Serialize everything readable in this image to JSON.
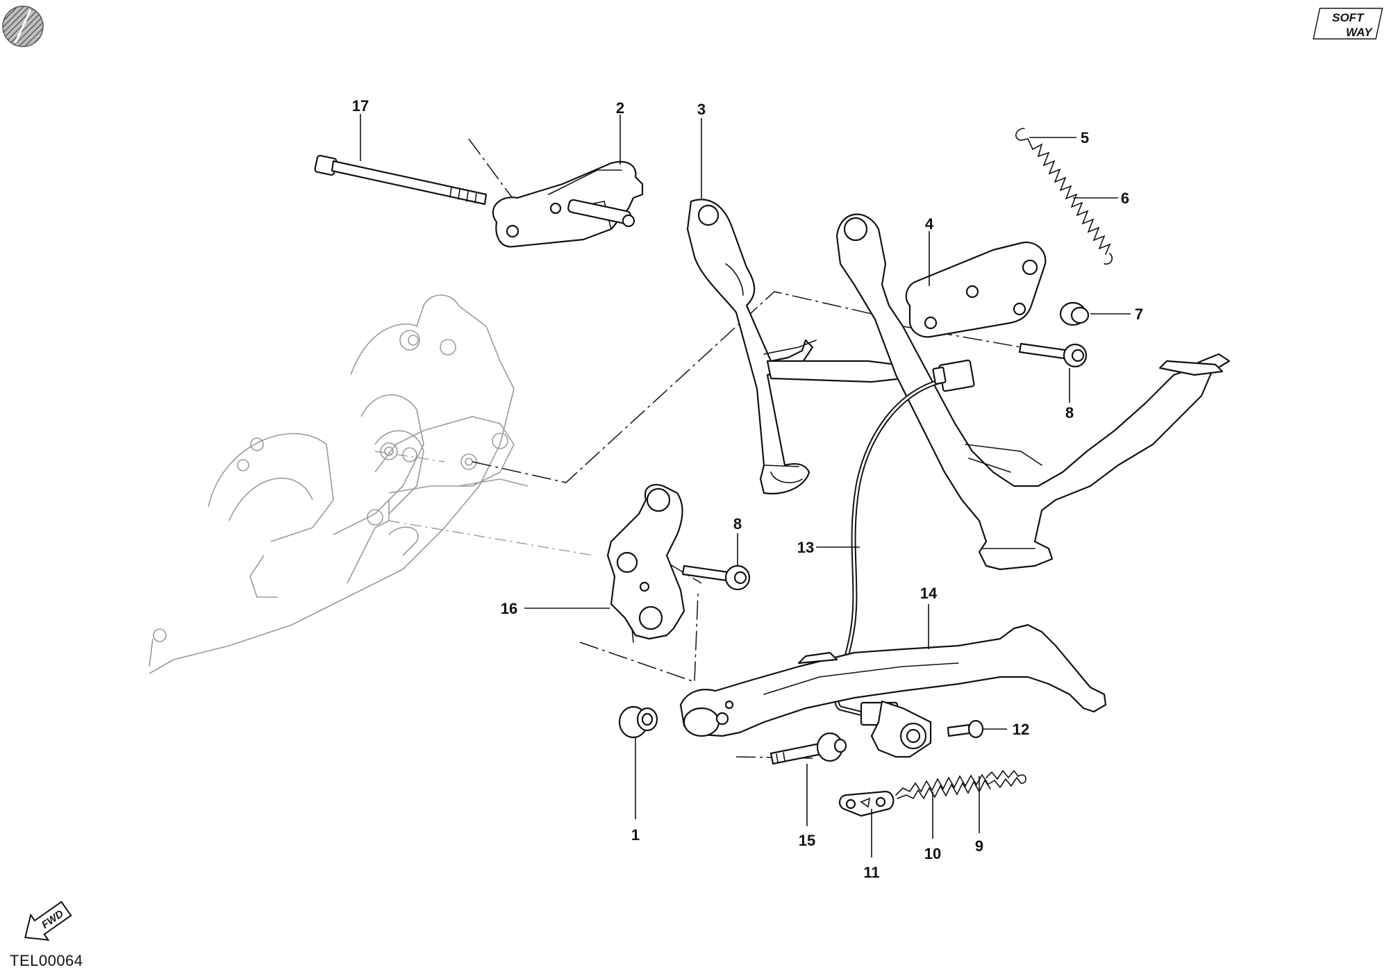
{
  "drawing_code": "TEL00064",
  "brand_logo": {
    "line1": "SOFT",
    "line2": "WAY"
  },
  "fwd_label": "FWD",
  "icons": {
    "corner_badge": "hatched-disc-icon",
    "direction": "fwd-arrow-icon"
  },
  "callouts": [
    {
      "id": "17",
      "label": "17"
    },
    {
      "id": "2",
      "label": "2"
    },
    {
      "id": "3",
      "label": "3"
    },
    {
      "id": "5",
      "label": "5"
    },
    {
      "id": "6",
      "label": "6"
    },
    {
      "id": "4",
      "label": "4"
    },
    {
      "id": "7",
      "label": "7"
    },
    {
      "id": "8a",
      "label": "8"
    },
    {
      "id": "8b",
      "label": "8"
    },
    {
      "id": "13",
      "label": "13"
    },
    {
      "id": "16",
      "label": "16"
    },
    {
      "id": "14",
      "label": "14"
    },
    {
      "id": "12",
      "label": "12"
    },
    {
      "id": "1",
      "label": "1"
    },
    {
      "id": "15",
      "label": "15"
    },
    {
      "id": "11",
      "label": "11"
    },
    {
      "id": "10",
      "label": "10"
    },
    {
      "id": "9",
      "label": "9"
    }
  ]
}
